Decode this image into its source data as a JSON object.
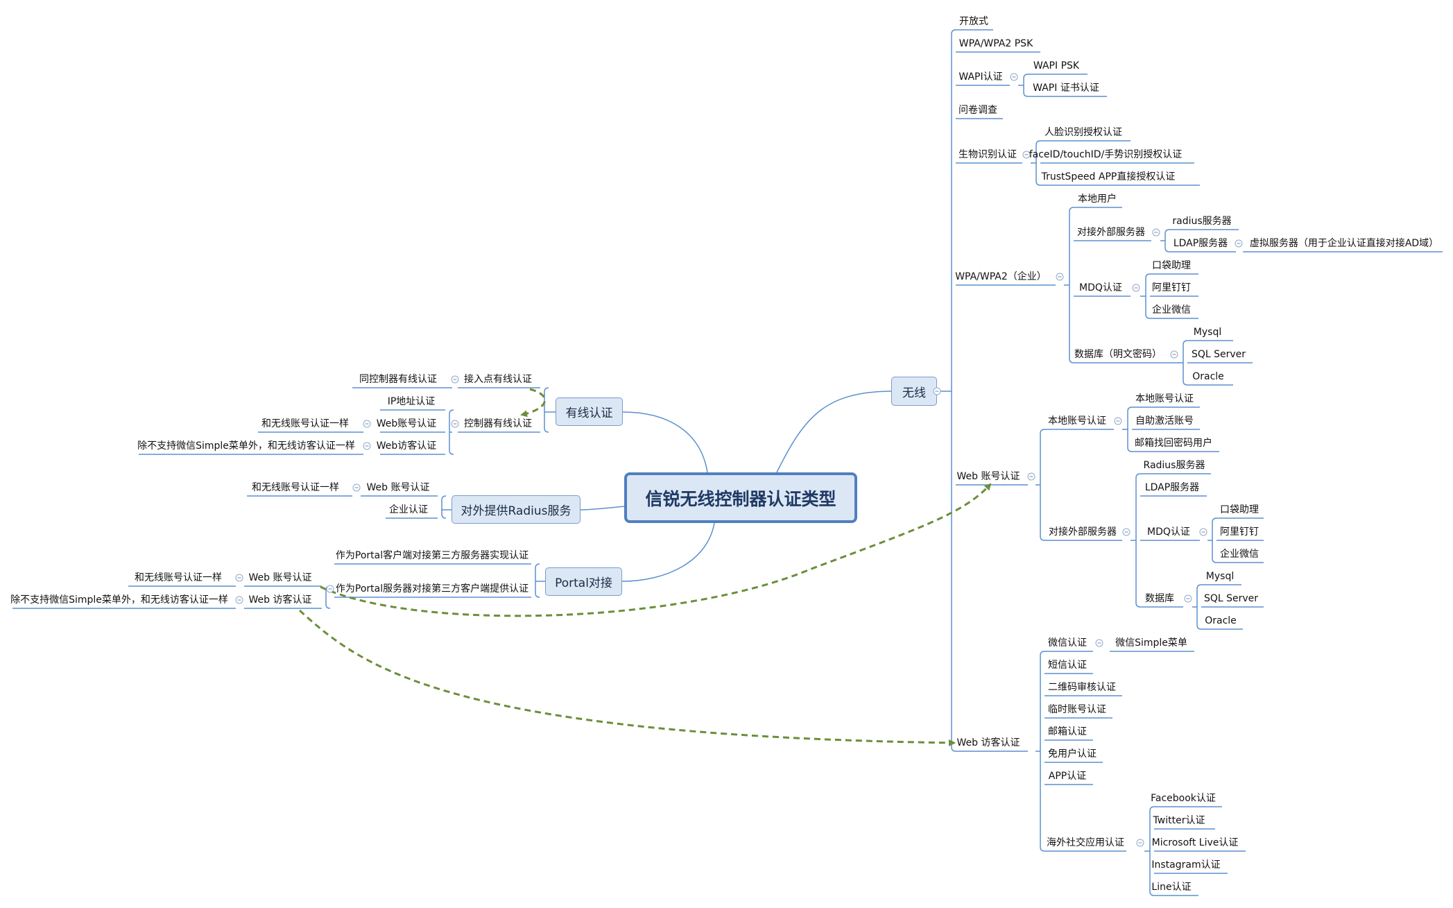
{
  "root": "信锐无线控制器认证类型",
  "main": {
    "wireless": "无线",
    "wired": "有线认证",
    "radius": "对外提供Radius服务",
    "portal": "Portal对接"
  },
  "wireless": {
    "open": "开放式",
    "psk": "WPA/WPA2 PSK",
    "wapi": {
      "label": "WAPI认证",
      "items": [
        "WAPI PSK",
        "WAPI 证书认证"
      ]
    },
    "survey": "问卷调查",
    "bio": {
      "label": "生物识别认证",
      "items": [
        "人脸识别授权认证",
        "faceID/touchID/手势识别授权认证",
        "TrustSpeed APP直接授权认证"
      ]
    },
    "enterprise": {
      "label": "WPA/WPA2（企业）",
      "local": "本地用户",
      "external": {
        "label": "对接外部服务器",
        "radius": "radius服务器",
        "ldap": "LDAP服务器",
        "ldap_note": "虚拟服务器（用于企业认证直接对接AD域）"
      },
      "mdq": {
        "label": "MDQ认证",
        "items": [
          "口袋助理",
          "阿里钉钉",
          "企业微信"
        ]
      },
      "db": {
        "label": "数据库（明文密码）",
        "items": [
          "Mysql",
          "SQL Server",
          "Oracle"
        ]
      }
    },
    "web_account": {
      "label": "Web 账号认证",
      "local": {
        "label": "本地账号认证",
        "items": [
          "本地账号认证",
          "自助激活账号",
          "邮箱找回密码用户"
        ]
      },
      "external": {
        "label": "对接外部服务器",
        "radius": "Radius服务器",
        "ldap": "LDAP服务器",
        "mdq": {
          "label": "MDQ认证",
          "items": [
            "口袋助理",
            "阿里钉钉",
            "企业微信"
          ]
        },
        "db": {
          "label": "数据库",
          "items": [
            "Mysql",
            "SQL Server",
            "Oracle"
          ]
        }
      }
    },
    "web_guest": {
      "label": "Web 访客认证",
      "wechat": "微信认证",
      "wechat_simple": "微信Simple菜单",
      "items": [
        "短信认证",
        "二维码审核认证",
        "临时账号认证",
        "邮箱认证",
        "免用户认证",
        "APP认证"
      ],
      "social": {
        "label": "海外社交应用认证",
        "items": [
          "Facebook认证",
          "Twitter认证",
          "Microsoft Live认证",
          "Instagram认证",
          "Line认证"
        ]
      }
    }
  },
  "wired": {
    "ap": "接入点有线认证",
    "ap_note": "同控制器有线认证",
    "ctrl": "控制器有线认证",
    "ip": "IP地址认证",
    "web_account": "Web账号认证",
    "web_account_note": "和无线账号认证一样",
    "web_guest": "Web访客认证",
    "web_guest_note": "除不支持微信Simple菜单外，和无线访客认证一样"
  },
  "radius_service": {
    "web_account": "Web 账号认证",
    "web_account_note": "和无线账号认证一样",
    "enterprise": "企业认证"
  },
  "portal": {
    "client": "作为Portal客户端对接第三方服务器实现认证",
    "server": "作为Portal服务器对接第三方客户端提供认证",
    "web_account": "Web 账号认证",
    "web_account_note": "和无线账号认证一样",
    "web_guest": "Web 访客认证",
    "web_guest_note": "除不支持微信Simple菜单外，和无线访客认证一样"
  },
  "colors": {
    "line": "#5b8fd0",
    "bracket": "#5b8fd0",
    "arrow": "#6b8e3a",
    "box_fill": "#dce7f5"
  }
}
